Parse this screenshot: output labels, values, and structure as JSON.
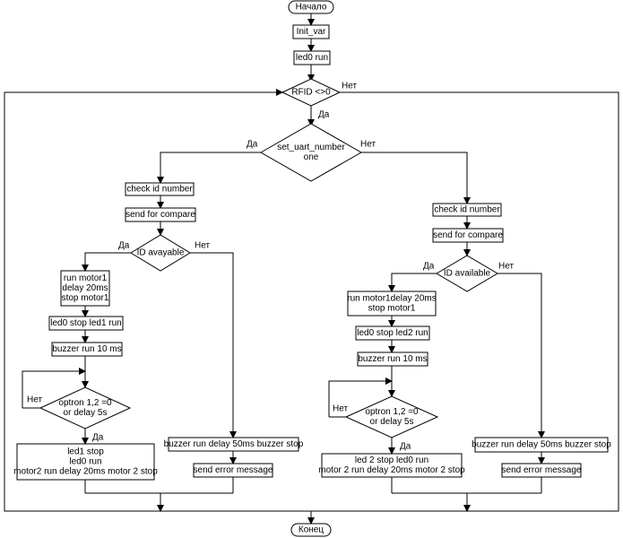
{
  "diagram": {
    "start": "Начало",
    "end": "Конец",
    "init_var": "Init_var",
    "led0_run": "led0 run",
    "rfid": "RFID <>0",
    "uart": [
      "set_uart_number",
      "one"
    ],
    "yes": "Да",
    "no": "Нет",
    "left": {
      "check_id": "check id number",
      "send_compare": "send for compare",
      "id_check": "ID avayable",
      "run_motor": [
        "run motor1",
        "delay 20ms",
        "stop motor1"
      ],
      "led_switch": "led0 stop led1 run",
      "buzzer_run": "buzzer run 10 ms",
      "optron": [
        "optron 1,2 =0",
        "or delay 5s"
      ],
      "finish": [
        "led1 stop",
        "led0 run",
        "motor2 run delay 20ms motor 2 stop"
      ],
      "buzzer_err": "buzzer run delay 50ms buzzer stop",
      "send_err": "send error message"
    },
    "right": {
      "check_id": "check id number",
      "send_compare": "send for compare",
      "id_check": "ID available",
      "run_motor": [
        "run motor1delay 20ms",
        "stop motor1"
      ],
      "led_switch": "led0 stop led2 run",
      "buzzer_run": "buzzer run 10 ms",
      "optron": [
        "optron 1,2 =0",
        "or delay 5s"
      ],
      "finish": [
        "led 2 stop led0  run",
        "motor 2 run delay 20ms motor 2 stop"
      ],
      "buzzer_err": "buzzer run delay 50ms buzzer stop",
      "send_err": "send error message"
    }
  }
}
